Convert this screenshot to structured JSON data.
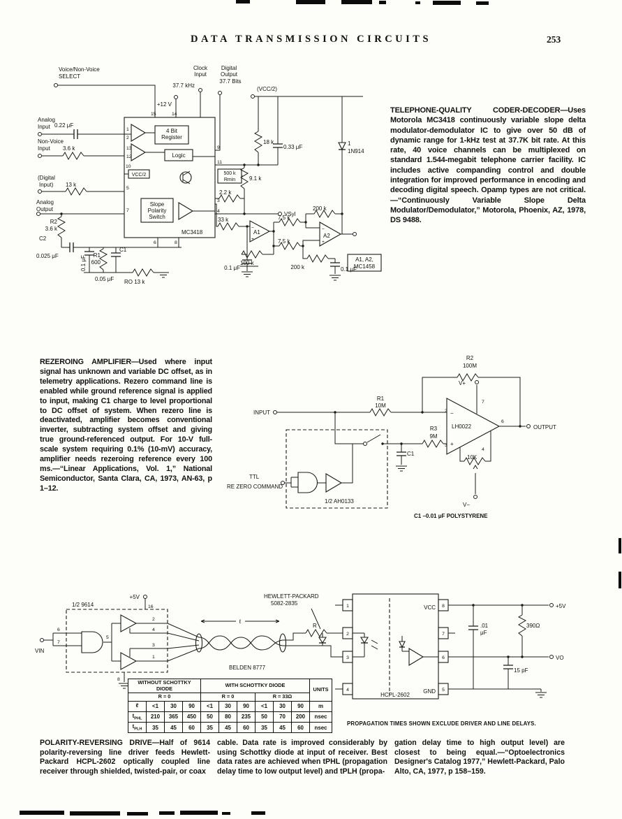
{
  "page": {
    "title": "DATA TRANSMISSION CIRCUITS",
    "number": "253"
  },
  "coder": {
    "caption_title": "TELEPHONE-QUALITY CODER-DECODER—",
    "caption_body": "Uses Motorola MC3418 continuously variable slope delta modulator-demodulator IC to give over 50 dB of dynamic range for 1-kHz test at 37.7K bit rate. At this rate, 40 voice channels can be multiplexed on standard 1.544-megabit telephone carrier facility. IC includes active companding control and double integration for improved performance in encoding and decoding digital speech. Opamp types are not critical.—“Continuously Variable Slope Delta Modulator/Demodulator,” Motorola, Phoenix, AZ, 1978, DS 9488.",
    "labels": {
      "select1": "Voice/Non-Voice",
      "select2": "SELECT",
      "clock1": "Clock",
      "clock2": "Input",
      "clock3": "37.7 kHz",
      "digout1": "Digital",
      "digout2": "Output",
      "digout3": "37.7 Bits",
      "vcc2top": "(VCC/2)",
      "v12": "+12 V",
      "analogin1": "Analog",
      "analogin2": "Input",
      "c022": "0.22 μF",
      "reg1": "4 Bit",
      "reg2": "Register",
      "logic": "Logic",
      "nonvoice1": "Non-Voice",
      "nonvoice2": "Input",
      "r36": "3.6 k",
      "vcc2box": "VCC/2",
      "digin1": "(Digital",
      "digin2": "Input)",
      "r13": "13 k",
      "analogout1": "Analog",
      "analogout2": "Output",
      "slope1": "Slope",
      "slope2": "Polarity",
      "slope3": "Switch",
      "ic": "MC3418",
      "r2": "R2",
      "r2v": "3.6 k",
      "c2": "C2",
      "c2v": "0.025 μF",
      "c01rot": "0.1 μF",
      "r1": "R1",
      "r1v": "600",
      "c1": "C1",
      "c1v": "0.05 μF",
      "ro": "RO 13 k",
      "r18": "18 k",
      "c033": "0.33 μF",
      "d1": "1",
      "d1v": "1N914",
      "r500": "500 k",
      "rmin": "Rmin",
      "r91": "9.1 k",
      "r22": "2.2 k",
      "vsyl": "VSyl",
      "r33": "33 k",
      "a1": "A1",
      "r100": "100 k",
      "c01a": "0.1 μF",
      "r75a": "7.5 k",
      "r75b": "7.5 k",
      "r200a": "200 k",
      "a2": "A2",
      "r200b": "200 k",
      "c01b": "0.1 μF",
      "opamps1": "A1, A2,",
      "opamps2": "MC1458",
      "p15": "15",
      "p14": "14",
      "p1": "1",
      "p2": "2",
      "p13": "13",
      "p12": "12",
      "p10": "10",
      "p5": "5",
      "p7": "7",
      "p6": "6",
      "p8": "8",
      "p9": "9",
      "p11": "11",
      "p3": "3",
      "p4": "4",
      "minus": "−",
      "plus": "+"
    }
  },
  "rezero": {
    "caption_title": "REZEROING AMPLIFIER—",
    "caption_body": "Used where input signal has unknown and variable DC offset, as in telemetry applications. Rezero command line is enabled while ground reference signal is applied to input, making C1 charge to level proportional to DC offset of system. When rezero line is deactivated, amplifier becomes conventional inverter, subtracting system offset and giving true ground-referenced output. For 10-V full-scale system requiring 0.1% (10-mV) accuracy, amplifier needs rezeroing reference every 100 ms.—“Linear Applications, Vol. 1,” National Semiconductor, Santa Clara, CA, 1973, AN-63, p 1–12.",
    "labels": {
      "input": "INPUT",
      "output": "OUTPUT",
      "r1": "R1",
      "r1v": "10M",
      "r2": "R2",
      "r2v": "100M",
      "r3": "R3",
      "r3v": "9M",
      "vplus": "V+",
      "vminus": "V−",
      "opamp": "LH0022",
      "pot": "10K",
      "c1": "C1",
      "ttl1": "TTL",
      "ttl2": "RE ZERO COMMAND",
      "ah": "1/2 AH0133",
      "note": "C1 –0.01 μF POLYSTYRENE",
      "p2": "2",
      "p3": "3",
      "p7": "7",
      "p4": "4",
      "p6": "6",
      "minus": "−",
      "plus": "+"
    }
  },
  "polarity": {
    "caption_col1": "POLARITY-REVERSING DRIVE—Half of 9614 polarity-reversing line driver feeds Hewlett-Packard HCPL-2602 optically coupled line receiver through shielded, twisted-pair, or coax",
    "caption_col2": "cable. Data rate is improved considerably by using Schottky diode at input of receiver. Best data rates are achieved when tPHL (propagation delay time to low output level) and tPLH (propa-",
    "caption_col3": "gation delay time to high output level) are closest to being equal.—“Optoelectronics Designer's Catalog 1977,” Hewlett-Packard, Palo Alto, CA, 1977, p 158–159.",
    "prop_note": "PROPAGATION TIMES SHOWN EXCLUDE DRIVER AND LINE DELAYS.",
    "labels": {
      "driver": "1/2 9614",
      "v5": "+5V",
      "vin": "VIN",
      "hp1": "HEWLETT-PACKARD",
      "hp2": "5082-2835",
      "len": "ℓ",
      "r": "R",
      "belden": "BELDEN 8777",
      "vcc": "VCC",
      "gnd": "GND",
      "hcpl": "HCPL-2602",
      "c01a": ".01",
      "c01b": "μF",
      "r390": "390Ω",
      "v5b": "+5V",
      "c15": "15 pF",
      "vo": "VO",
      "p16": "16",
      "p6": "6",
      "p7": "7",
      "p5": "5",
      "p2": "2",
      "p4": "4",
      "p3": "3",
      "p1": "1",
      "p8": "8",
      "lp1": "1",
      "lp2": "2",
      "lp3": "3",
      "lp4": "4",
      "rp8": "8",
      "rp7": "7",
      "rp6": "6",
      "rp5": "5"
    },
    "table": {
      "h_without": "WITHOUT SCHOTTKY DIODE",
      "h_with": "WITH SCHOTTKY DIODE",
      "h_units": "UNITS",
      "h_r0a": "R = 0",
      "h_r0b": "R = 0",
      "h_r33": "R = 33Ω",
      "rows": [
        {
          "lm": "ℓ",
          "ls": "",
          "v": [
            "<1",
            "30",
            "90",
            "<1",
            "30",
            "90",
            "<1",
            "30",
            "90"
          ],
          "u": "m"
        },
        {
          "lm": "t",
          "ls": "PHL",
          "v": [
            "210",
            "365",
            "450",
            "50",
            "80",
            "235",
            "50",
            "70",
            "200"
          ],
          "u": "nsec"
        },
        {
          "lm": "t",
          "ls": "PLH",
          "v": [
            "35",
            "45",
            "60",
            "35",
            "45",
            "60",
            "35",
            "45",
            "60"
          ],
          "u": "nsec"
        }
      ]
    }
  }
}
